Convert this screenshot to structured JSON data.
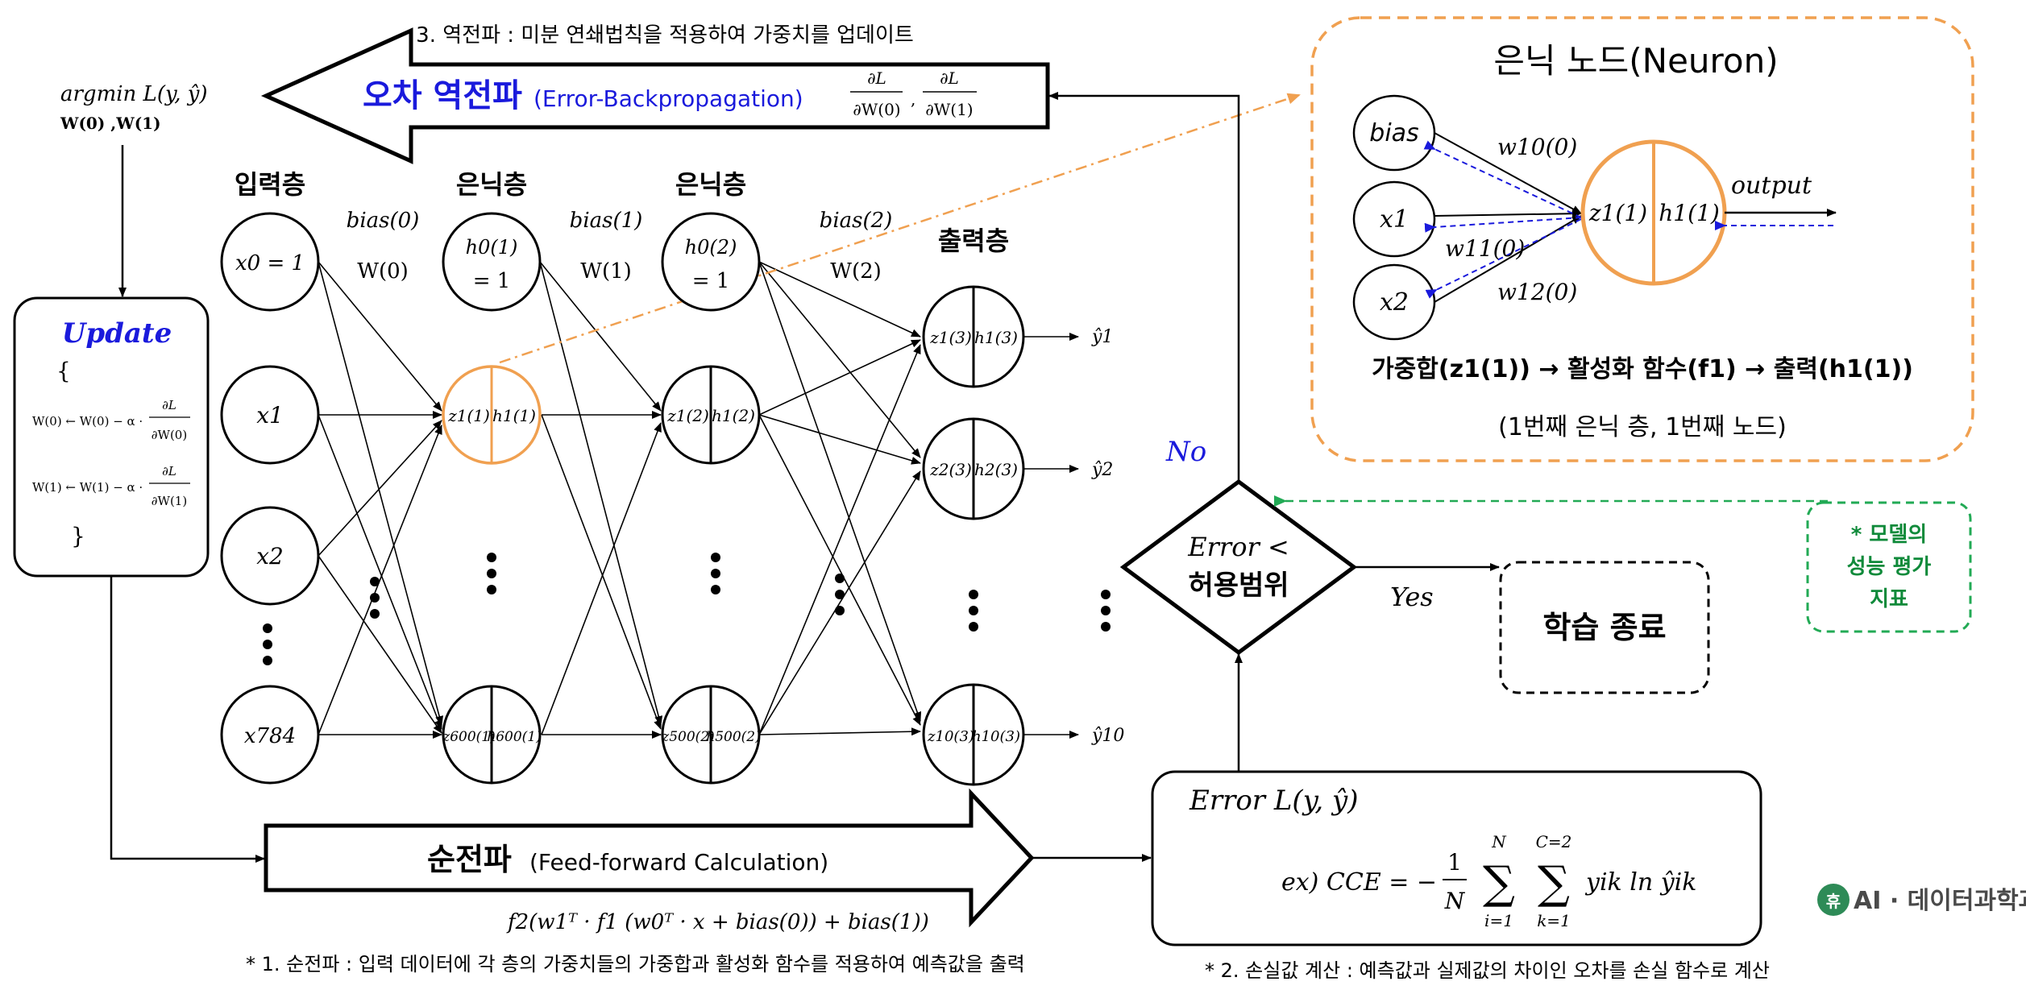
{
  "backprop": {
    "step_note": "3. 역전파 : 미분 연쇄법칙을 적용하여 가중치를 업데이트",
    "title_ko": "오차 역전파",
    "title_en": "(Error-Backpropagation)",
    "grad_num": "∂L",
    "grad_den_0": "∂W(0)",
    "grad_den_1": "∂W(1)",
    "grad_sep": ",",
    "argmin": "argmin  L(y, ŷ)",
    "argmin_sub": "W(0) ,W(1)"
  },
  "update": {
    "title": "Update",
    "open_brace": "{",
    "close_brace": "}",
    "rule_0_lhs": "W(0) ← W(0) − α ·",
    "rule_1_lhs": "W(1) ← W(1) − α ·",
    "frac_num": "∂L",
    "frac_den_0": "∂W(0)",
    "frac_den_1": "∂W(1)"
  },
  "layers": {
    "input": "입력층",
    "hidden1": "은닉층",
    "hidden2": "은닉층",
    "output": "출력층"
  },
  "bias_labels": [
    {
      "bias": "bias(0)",
      "w": "W(0)"
    },
    {
      "bias": "bias(1)",
      "w": "W(1)"
    },
    {
      "bias": "bias(2)",
      "w": "W(2)"
    }
  ],
  "nodes": {
    "input": [
      "x0 = 1",
      "x1",
      "x2",
      "x784"
    ],
    "h1_bias_top": "h0(1)",
    "h1_bias_bot": "= 1",
    "h2_bias_top": "h0(2)",
    "h2_bias_bot": "= 1",
    "h1_1": [
      "z1(1)",
      "h1(1)"
    ],
    "h1_600": [
      "z600(1)",
      "h600(1)"
    ],
    "h2_1": [
      "z1(2)",
      "h1(2)"
    ],
    "h2_500": [
      "z500(2)",
      "h500(2)"
    ],
    "out_1": [
      "z1(3)",
      "h1(3)"
    ],
    "out_2": [
      "z2(3)",
      "h2(3)"
    ],
    "out_10": [
      "z10(3)",
      "h10(3)"
    ],
    "yhat": [
      "ŷ1",
      "ŷ2",
      "ŷ10"
    ]
  },
  "neuron_panel": {
    "title": "은닉 노드(Neuron)",
    "inputs": [
      "bias",
      "x1",
      "x2"
    ],
    "weights": [
      "w10(0)",
      "w11(0)",
      "w12(0)"
    ],
    "node_z": "z1(1)",
    "node_h": "h1(1)",
    "output": "output",
    "formula": "가중합(z1(1)) → 활성화 함수(f1) →  출력(h1(1))",
    "caption": "(1번째 은닉 층, 1번째 노드)"
  },
  "decision": {
    "line1": "Error <",
    "line2": "허용범위",
    "no": "No",
    "yes": "Yes",
    "end": "학습 종료",
    "metric_note": "* 모델의 성능 평가 지표",
    "metric_lines": [
      "* 모델의",
      "성능 평가",
      "지표"
    ]
  },
  "forward": {
    "title_ko": "순전파",
    "title_en": "(Feed-forward Calculation)",
    "formula": "f2(w1ᵀ · f1 (w0ᵀ · x + bias(0)) + bias(1))",
    "note": "* 1. 순전파 : 입력 데이터에 각 층의 가중치들의 가중합과 활성화 함수를 적용하여 예측값을 출력"
  },
  "error_box": {
    "title": "Error  L(y, ŷ)",
    "formula": "ex) CCE = − (1/N) Σ(i=1..N) Σ(k=1..C=2) yik ln ŷik",
    "cce_left": "ex) CCE = −",
    "frac_num": "1",
    "frac_den": "N",
    "sum1_top": "N",
    "sum1_bot": "i=1",
    "sum2_top": "C=2",
    "sum2_bot": "k=1",
    "term": "yik ln ŷik",
    "note": "* 2. 손실값 계산 : 예측값과 실제값의 차이인 오차를 손실 함수로 계산"
  },
  "logo": {
    "mark": "휴",
    "text": "AI · 데이터과학과"
  },
  "colors": {
    "orange": "#f0a050",
    "blue": "#1a1adc",
    "green": "#0f8a3a",
    "green_dash": "#22aa55",
    "black": "#000000"
  }
}
